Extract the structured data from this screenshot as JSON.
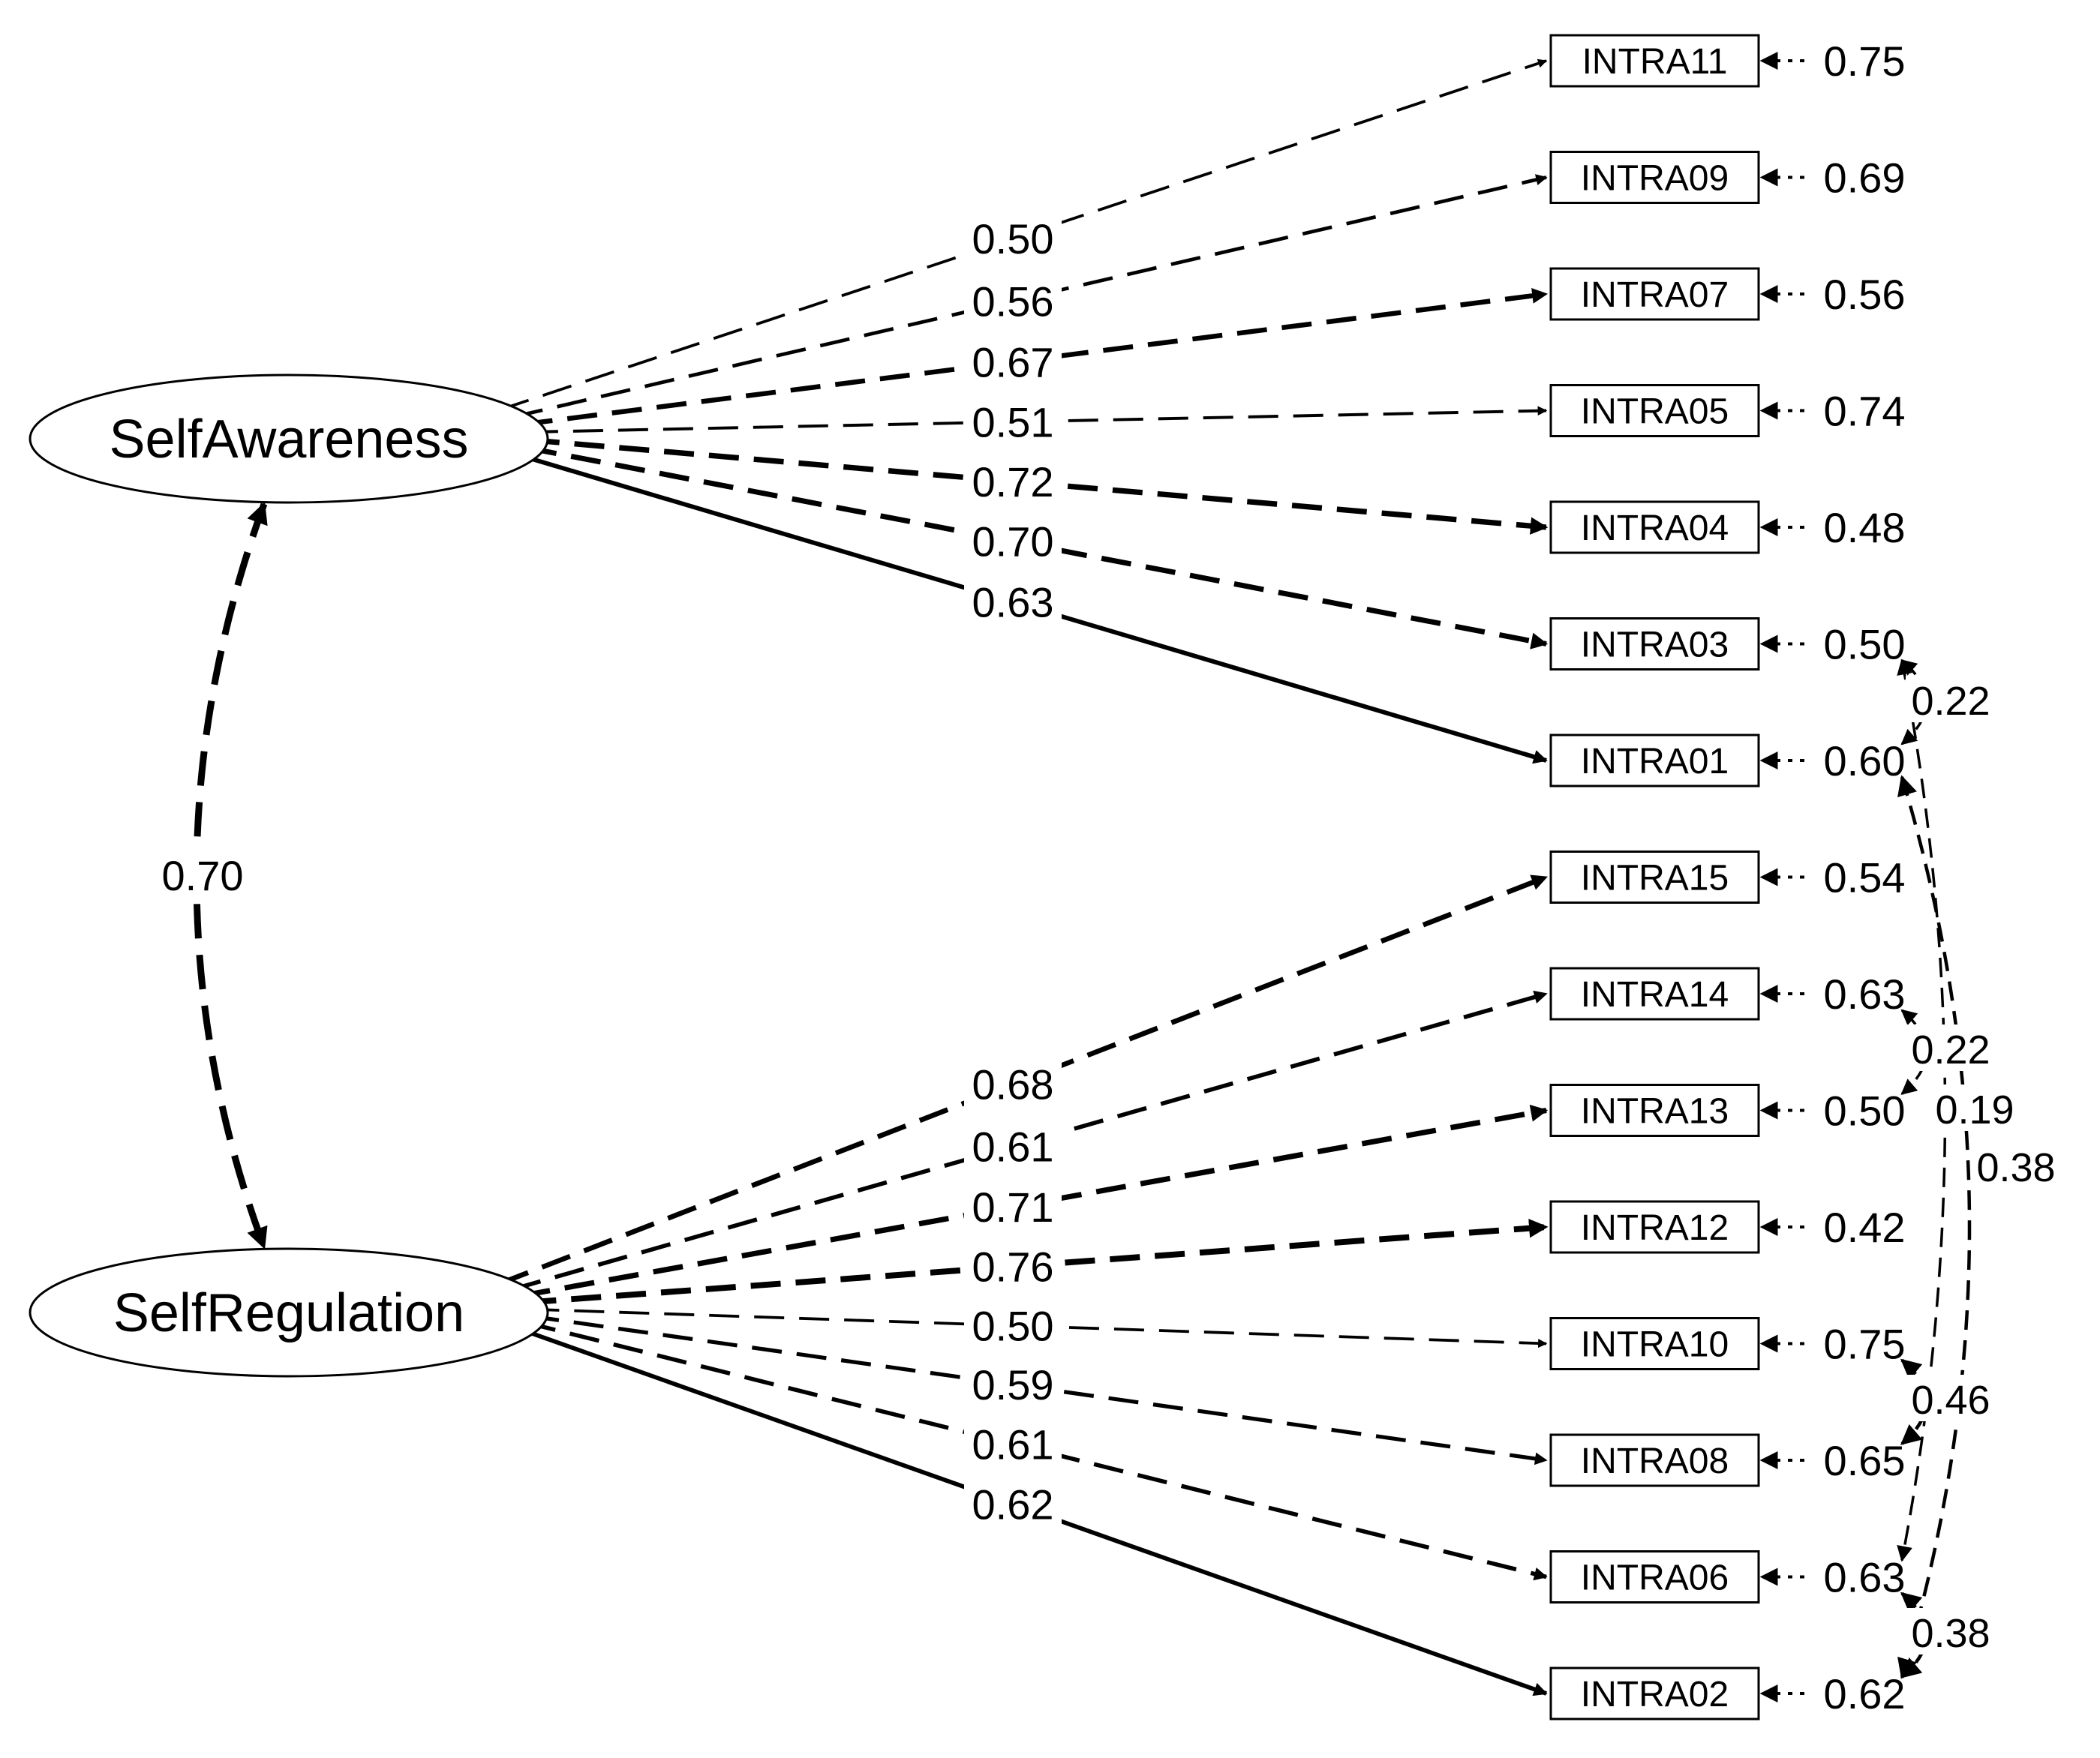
{
  "latents": [
    {
      "id": "SA",
      "label": "SelfAwareness"
    },
    {
      "id": "SR",
      "label": "SelfRegulation"
    }
  ],
  "factor_covariance": {
    "from": "SA",
    "to": "SR",
    "value": "0.70"
  },
  "indicators": [
    {
      "label": "INTRA11",
      "factor": "SA",
      "loading": "0.50",
      "residual": "0.75",
      "fixed": false
    },
    {
      "label": "INTRA09",
      "factor": "SA",
      "loading": "0.56",
      "residual": "0.69",
      "fixed": false
    },
    {
      "label": "INTRA07",
      "factor": "SA",
      "loading": "0.67",
      "residual": "0.56",
      "fixed": false
    },
    {
      "label": "INTRA05",
      "factor": "SA",
      "loading": "0.51",
      "residual": "0.74",
      "fixed": false
    },
    {
      "label": "INTRA04",
      "factor": "SA",
      "loading": "0.72",
      "residual": "0.48",
      "fixed": false
    },
    {
      "label": "INTRA03",
      "factor": "SA",
      "loading": "0.70",
      "residual": "0.50",
      "fixed": false
    },
    {
      "label": "INTRA01",
      "factor": "SA",
      "loading": "0.63",
      "residual": "0.60",
      "fixed": true
    },
    {
      "label": "INTRA15",
      "factor": "SR",
      "loading": "0.68",
      "residual": "0.54",
      "fixed": false
    },
    {
      "label": "INTRA14",
      "factor": "SR",
      "loading": "0.61",
      "residual": "0.63",
      "fixed": false
    },
    {
      "label": "INTRA13",
      "factor": "SR",
      "loading": "0.71",
      "residual": "0.50",
      "fixed": false
    },
    {
      "label": "INTRA12",
      "factor": "SR",
      "loading": "0.76",
      "residual": "0.42",
      "fixed": false
    },
    {
      "label": "INTRA10",
      "factor": "SR",
      "loading": "0.50",
      "residual": "0.75",
      "fixed": false
    },
    {
      "label": "INTRA08",
      "factor": "SR",
      "loading": "0.59",
      "residual": "0.65",
      "fixed": false
    },
    {
      "label": "INTRA06",
      "factor": "SR",
      "loading": "0.61",
      "residual": "0.63",
      "fixed": false
    },
    {
      "label": "INTRA02",
      "factor": "SR",
      "loading": "0.62",
      "residual": "0.62",
      "fixed": true
    }
  ],
  "residual_covariances": [
    {
      "a": "INTRA03",
      "b": "INTRA01",
      "value": "0.22"
    },
    {
      "a": "INTRA14",
      "b": "INTRA13",
      "value": "0.22"
    },
    {
      "a": "INTRA03",
      "b": "INTRA06",
      "value": "0.19"
    },
    {
      "a": "INTRA01",
      "b": "INTRA02",
      "value": "0.38"
    },
    {
      "a": "INTRA10",
      "b": "INTRA08",
      "value": "0.46"
    },
    {
      "a": "INTRA06",
      "b": "INTRA02",
      "value": "0.38"
    }
  ]
}
